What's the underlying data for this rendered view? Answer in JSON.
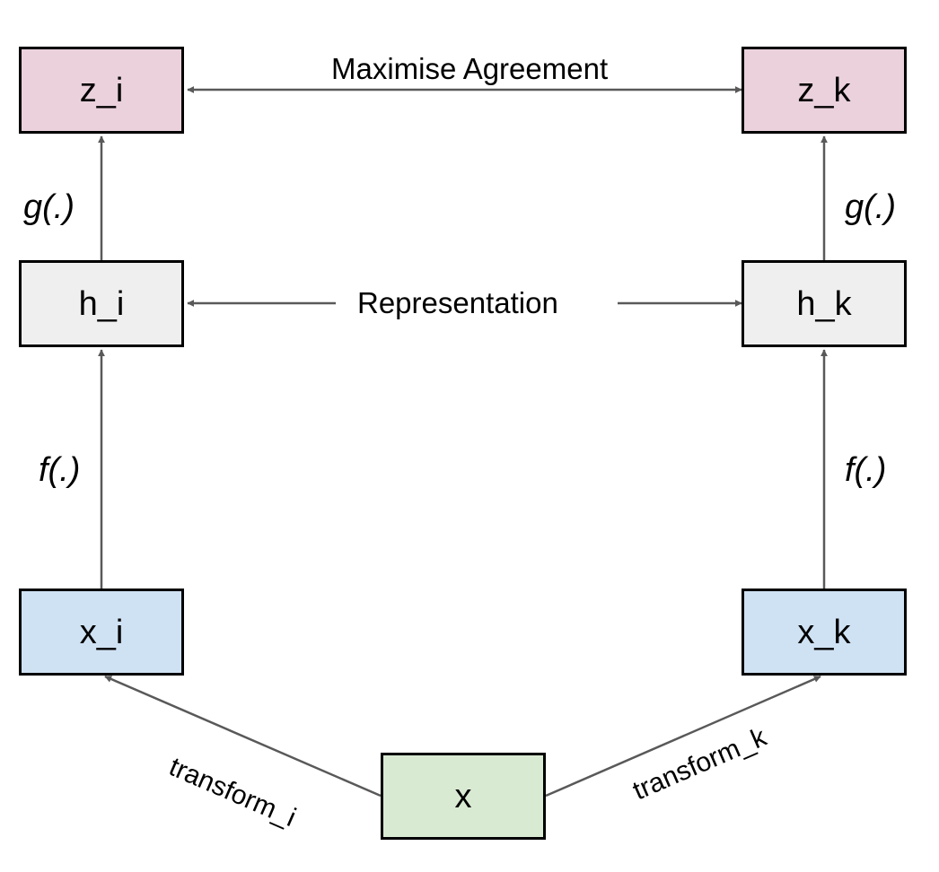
{
  "colors": {
    "embedding": "#ead1dc",
    "representation": "#efefef",
    "view": "#cfe2f3",
    "input": "#d9ead3",
    "border": "#000000",
    "arrow": "#595959"
  },
  "nodes": {
    "z_i": "z_i",
    "z_k": "z_k",
    "h_i": "h_i",
    "h_k": "h_k",
    "x_i": "x_i",
    "x_k": "x_k",
    "x": "x"
  },
  "labels": {
    "agreement": "Maximise Agreement",
    "representation": "Representation",
    "g_left": "g(.)",
    "g_right": "g(.)",
    "f_left": "f(.)",
    "f_right": "f(.)",
    "transform_i": "transform_i",
    "transform_k": "transform_k"
  }
}
